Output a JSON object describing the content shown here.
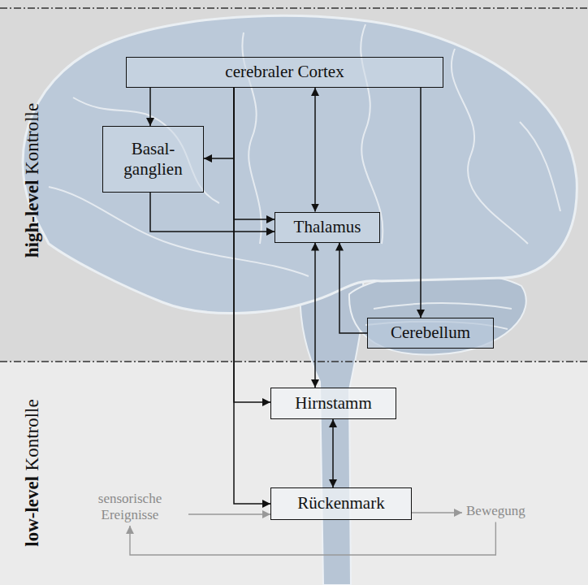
{
  "diagram": {
    "nodes": [
      {
        "text": [
          "cerebraler Cortex"
        ]
      },
      {
        "text": [
          "Basal- ganglien"
        ]
      },
      {
        "text": [
          "Thalamus"
        ]
      },
      {
        "text": [
          "Cerebellum"
        ]
      },
      {
        "text": [
          "Hirnstamm"
        ]
      },
      {
        "text": [
          "Rückenmark"
        ]
      }
    ],
    "edges": [
      {
        "from": 0,
        "to": 1,
        "arrow": "to"
      },
      {
        "from": 0,
        "to": 1,
        "arrow": "to"
      },
      {
        "from": 0,
        "to": 2,
        "arrow": "both"
      },
      {
        "from": 0,
        "to": 2,
        "arrow": "to"
      },
      {
        "from": 0,
        "to": 3,
        "arrow": "to"
      },
      {
        "from": 0,
        "to": 4,
        "arrow": "to"
      },
      {
        "from": 0,
        "to": 5,
        "arrow": "to"
      },
      {
        "from": 1,
        "to": 2,
        "arrow": "to"
      },
      {
        "from": 3,
        "to": 2,
        "arrow": "to"
      },
      {
        "from": 2,
        "to": 4,
        "arrow": "both"
      },
      {
        "from": 4,
        "to": 5,
        "arrow": "both"
      }
    ],
    "labels": [
      "high-level",
      "Kontrolle",
      "low-level",
      "Kontrolle",
      "sensorische Ereignisse",
      "Bewegung"
    ]
  }
}
